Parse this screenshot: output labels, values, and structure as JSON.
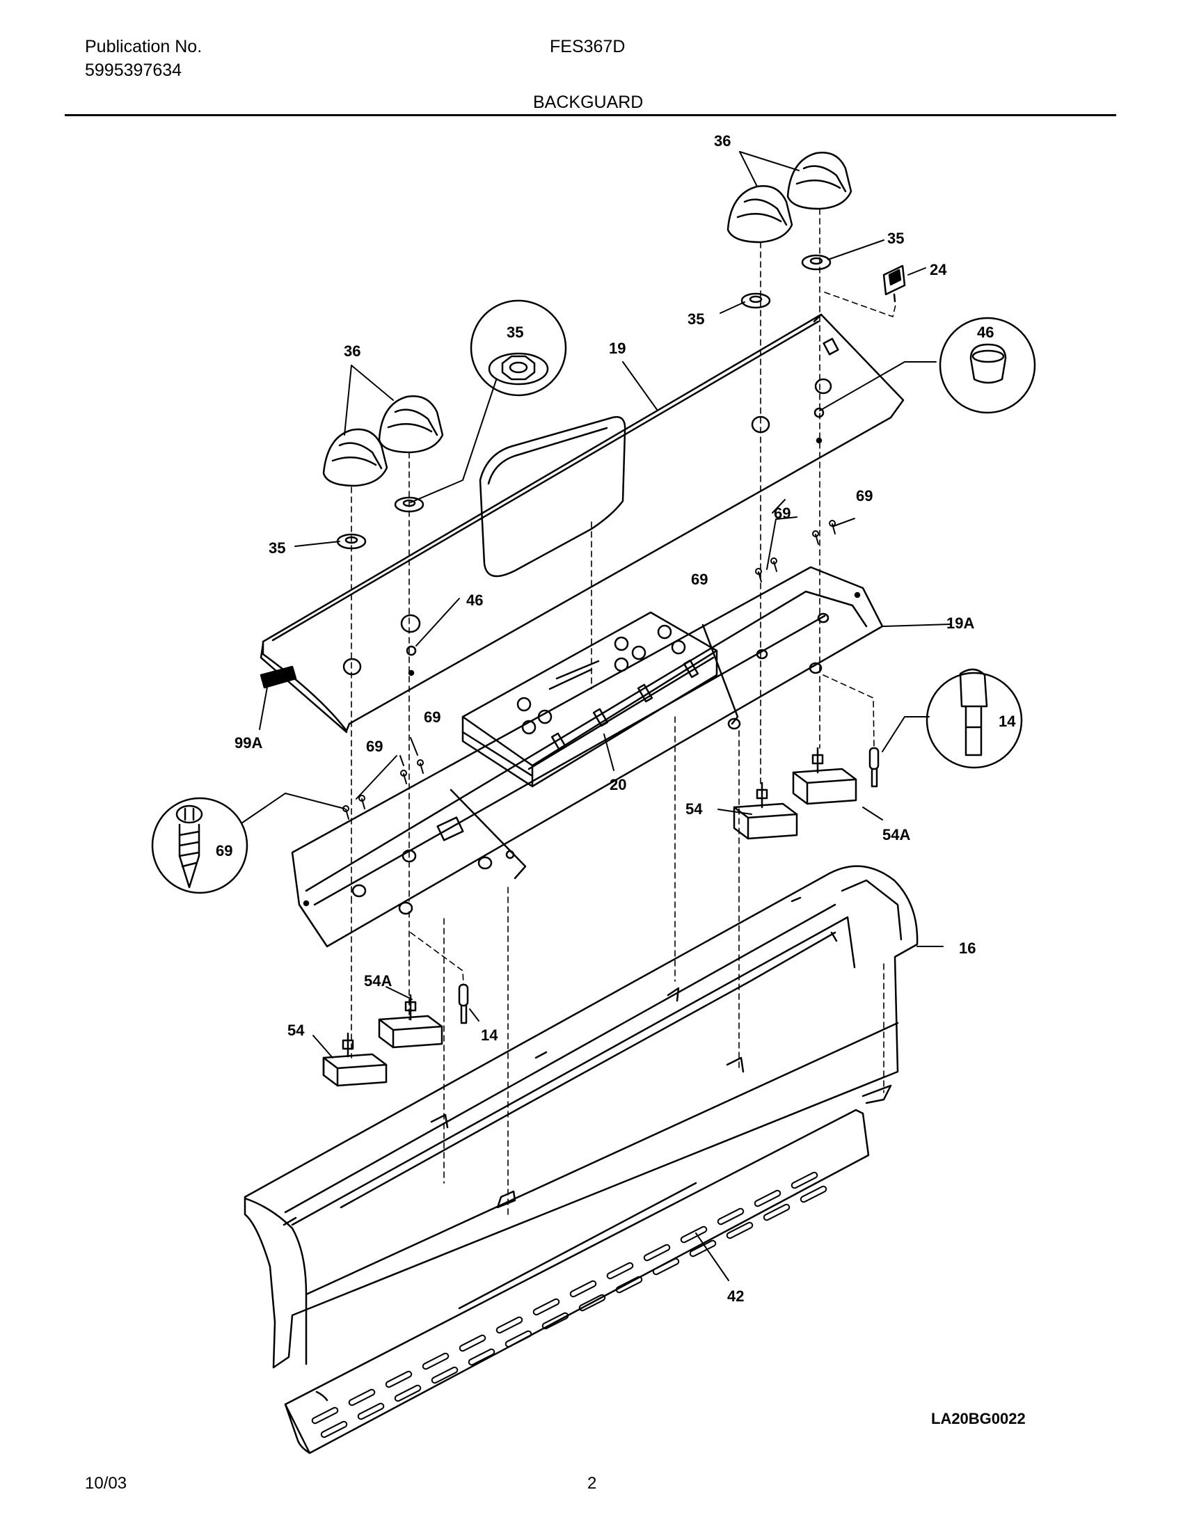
{
  "header": {
    "publication_label": "Publication No.",
    "publication_number": "5995397634",
    "model": "FES367D",
    "section_title": "BACKGUARD"
  },
  "callouts": [
    {
      "id": "36-right",
      "label": "36"
    },
    {
      "id": "35-top-right",
      "label": "35"
    },
    {
      "id": "24",
      "label": "24"
    },
    {
      "id": "35-mid-right",
      "label": "35"
    },
    {
      "id": "46-detail",
      "label": "46"
    },
    {
      "id": "35-detail",
      "label": "35"
    },
    {
      "id": "19",
      "label": "19"
    },
    {
      "id": "36-left",
      "label": "36"
    },
    {
      "id": "35-left",
      "label": "35"
    },
    {
      "id": "46",
      "label": "46"
    },
    {
      "id": "69-a",
      "label": "69"
    },
    {
      "id": "69-b",
      "label": "69"
    },
    {
      "id": "69-c",
      "label": "69"
    },
    {
      "id": "19A",
      "label": "19A"
    },
    {
      "id": "99A",
      "label": "99A"
    },
    {
      "id": "69-d",
      "label": "69"
    },
    {
      "id": "69-e",
      "label": "69"
    },
    {
      "id": "20",
      "label": "20"
    },
    {
      "id": "14-detail",
      "label": "14"
    },
    {
      "id": "54-right",
      "label": "54"
    },
    {
      "id": "54A-right",
      "label": "54A"
    },
    {
      "id": "69-detail",
      "label": "69"
    },
    {
      "id": "16",
      "label": "16"
    },
    {
      "id": "54A-left",
      "label": "54A"
    },
    {
      "id": "14",
      "label": "14"
    },
    {
      "id": "54-left",
      "label": "54"
    },
    {
      "id": "42",
      "label": "42"
    }
  ],
  "footer": {
    "drawing_code": "LA20BG0022",
    "date": "10/03",
    "page_number": "2"
  }
}
